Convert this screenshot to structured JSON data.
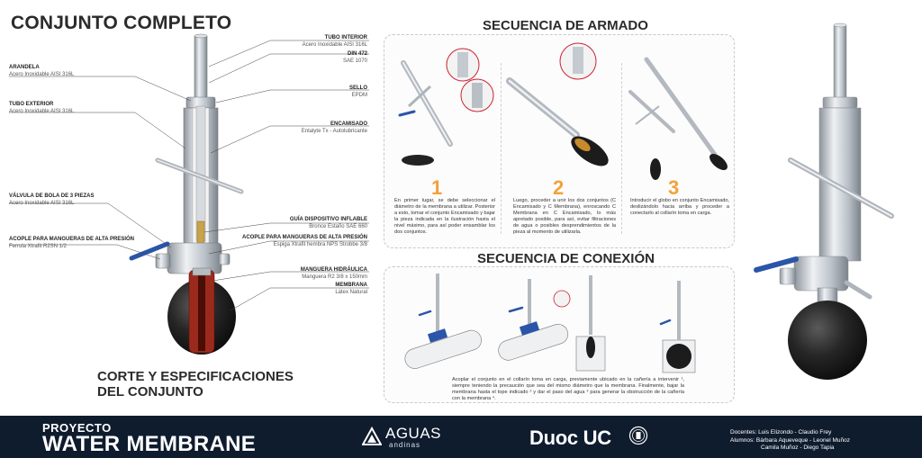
{
  "poster": {
    "title": "CONJUNTO COMPLETO",
    "cut_title": "CORTE Y ESPECIFICACIONES DEL CONJUNTO"
  },
  "callouts": {
    "tubo_interior": {
      "title": "TUBO INTERIOR",
      "spec": "Acero Inoxidable AISI 316L"
    },
    "din": {
      "title": "DIN 472",
      "spec": "SAE 1070"
    },
    "arandela": {
      "title": "ARANDELA",
      "spec": "Acero Inoxidable AISI 316L"
    },
    "sello": {
      "title": "SELLO",
      "spec": "EPDM"
    },
    "tubo_exterior": {
      "title": "TUBO EXTERIOR",
      "spec": "Acero Inoxidable AISI 316L"
    },
    "encamisado": {
      "title": "ENCAMISADO",
      "spec": "Entalyte Tx - Autolubricante"
    },
    "valvula": {
      "title": "VÁLVULA DE BOLA DE 3 PIEZAS",
      "spec": "Acero Inoxidable AISI 316L"
    },
    "guia": {
      "title": "GUÍA DISPOSITIVO INFLABLE",
      "spec": "Bronce Estaño SAE 660"
    },
    "acople_izq": {
      "title": "ACOPLE PARA MANGUERAS DE ALTA PRESIÓN",
      "spec": "Ferrula Xtrafit R2SN 1/2"
    },
    "acople_der": {
      "title": "ACOPLE PARA MANGUERAS DE ALTA PRESIÓN",
      "spec": "Espiga Xtrafit hembra NPS Strobbe 3/8"
    },
    "manguera": {
      "title": "MANGUERA HIDRÁULICA",
      "spec": "Manguera R2 3/8 x 150mm"
    },
    "membrana": {
      "title": "MEMBRANA",
      "spec": "Látex Natural"
    }
  },
  "armado": {
    "title": "SECUENCIA DE ARMADO",
    "steps": [
      {
        "num": "1",
        "text": "En primer lugar, se debe seleccionar el diámetro de la membrana a utilizar. Posterior a esto, tomar el conjunto Encamisado y bajar la pieza indicada en la ilustración hasta el nivel máximo, para así poder ensamblar los dos conjuntos."
      },
      {
        "num": "2",
        "text": "Luego, proceder a unir los dos conjuntos (C Encamisado y C Membrana), enroscando C Membrana en C Encamisado, lo más apretado posible, para así, evitar filtraciones de agua o posibles desprendimientos de la pieza al momento de utilizarla."
      },
      {
        "num": "3",
        "text": "Introducir el globo en conjunto Encamisado, deslizándolo hacia arriba y proceder a conectarlo al collarín toma en carga."
      }
    ]
  },
  "conexion": {
    "title": "SECUENCIA DE CONEXIÓN",
    "text": "Acoplar el conjunto en el collarín toma en carga, previamente ubicado en la cañería a intervenir ¹, siempre teniendo la precaución que sea del mismo diámetro que la membrana. Finalmente, bajar la membrana hasta el tope indicado ² y dar el paso del agua ³ para generar la obstrucción de la cañería con la membrana ⁴."
  },
  "footer": {
    "project_label": "PROYECTO",
    "project_name": "WATER MEMBRANE",
    "sponsor_name": "AGUAS",
    "sponsor_sub": "andinas",
    "school": "Duoc UC",
    "docentes": "Docentes:  Luis Elizondo  -  Claudio Frey",
    "alumnos_1": "Alumnos:  Bárbara Aqueveque  -  Leonel Muñoz",
    "alumnos_2": "Camila Muñoz  -  Diego Tapia"
  },
  "colors": {
    "accent_orange": "#f2a23a",
    "valve_blue": "#2a55a8",
    "footer_navy": "#0f1c2e",
    "membrane_black": "#1b1b1b",
    "hose_red": "#9c2a1c",
    "steel": "#c9ced4"
  }
}
